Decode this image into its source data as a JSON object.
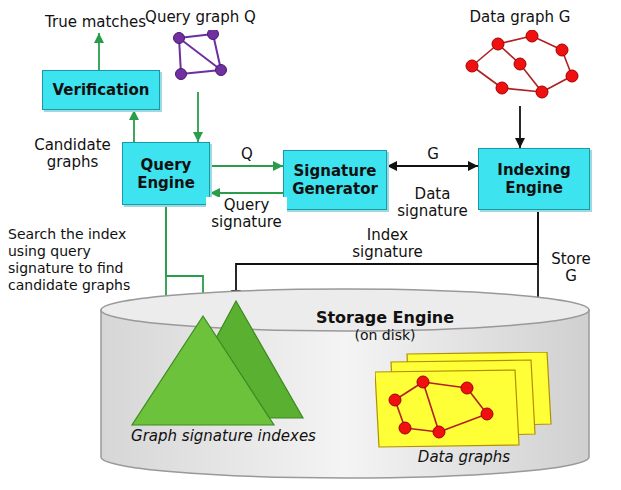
{
  "diagram": {
    "nodes": [
      {
        "text": [
          "True matches"
        ]
      },
      {
        "text": [
          "Query graph Q"
        ]
      },
      {
        "text": [
          "Data graph G"
        ]
      },
      {
        "text": [
          "Verification"
        ]
      },
      {
        "text": [
          "Query Engine"
        ]
      },
      {
        "text": [
          "Signature Generator"
        ]
      },
      {
        "text": [
          "Indexing Engine"
        ]
      },
      {
        "text": [
          "Storage Engine",
          "(on disk)"
        ]
      },
      {
        "text": [
          "Graph signature indexes"
        ],
        "in": 7
      },
      {
        "text": [
          "Data graphs"
        ],
        "in": 7
      }
    ],
    "edges": [
      {
        "from": 3,
        "to": 0,
        "arrow": "to"
      },
      {
        "from": 4,
        "to": 3,
        "label": "Candidate graphs",
        "arrow": "to"
      },
      {
        "from": 1,
        "to": 4,
        "arrow": "to"
      },
      {
        "from": 4,
        "to": 5,
        "label": "Q",
        "arrow": "to"
      },
      {
        "from": 5,
        "to": 4,
        "label": "Query signature",
        "arrow": "to"
      },
      {
        "from": 6,
        "to": 5,
        "label": "G",
        "arrow": "to"
      },
      {
        "from": 5,
        "to": 6,
        "label": "Data signature",
        "arrow": "to"
      },
      {
        "from": 2,
        "to": 6,
        "arrow": "to"
      },
      {
        "from": 4,
        "to": 8,
        "arrow": "to"
      },
      {
        "from": 4,
        "to": 9,
        "arrow": "to"
      },
      {
        "from": 6,
        "to": 8,
        "label": "Index signature",
        "arrow": "to"
      },
      {
        "from": 6,
        "to": 9,
        "label": "Store G",
        "arrow": "to"
      }
    ],
    "labels": [
      "Search the index using query signature to find candidate graphs"
    ]
  }
}
